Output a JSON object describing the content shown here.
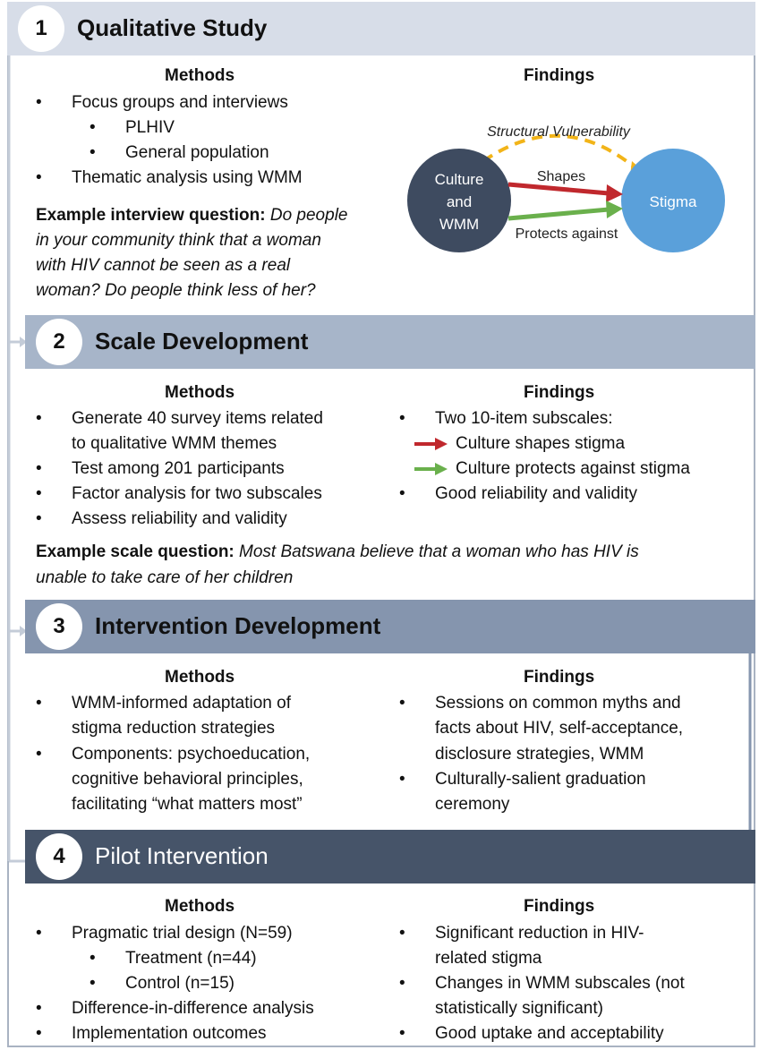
{
  "stage1": {
    "number": "1",
    "title": "Qualitative Study",
    "methods_header": "Methods",
    "findings_header": "Findings",
    "methods": [
      "Focus groups and interviews",
      "PLHIV",
      "General population",
      "Thematic analysis using WMM"
    ],
    "example_label": "Example interview question:",
    "example_q1": "Do people",
    "example_q2": "in your community think that a woman",
    "example_q3": "with HIV cannot be seen as a real",
    "example_q4": "woman? Do people think less of her?",
    "diagram": {
      "node_left_1": "Culture",
      "node_left_2": "and",
      "node_left_3": "WMM",
      "node_right": "Stigma",
      "dashed_label": "Structural Vulnerability",
      "red_label": "Shapes",
      "green_label": "Protects against"
    }
  },
  "stage2": {
    "number": "2",
    "title": "Scale Development",
    "methods_header": "Methods",
    "findings_header": "Findings",
    "methods": [
      "Generate 40 survey items related",
      "to qualitative WMM themes",
      "Test among 201 participants",
      "Factor analysis for two subscales",
      "Assess reliability and validity"
    ],
    "findings": [
      "Two 10-item subscales:",
      "Culture shapes stigma",
      "Culture protects against stigma",
      "Good reliability and validity"
    ],
    "example_label": "Example scale question:",
    "example_q1": "Most Batswana believe that a woman who has HIV is",
    "example_q2": "unable to take care of her children"
  },
  "stage3": {
    "number": "3",
    "title": "Intervention Development",
    "methods_header": "Methods",
    "findings_header": "Findings",
    "methods": [
      "WMM-informed adaptation of",
      "stigma reduction strategies",
      "Components: psychoeducation,",
      "cognitive behavioral principles,",
      "facilitating “what matters most”"
    ],
    "findings": [
      "Sessions on common myths and",
      "facts about HIV, self-acceptance,",
      "disclosure strategies, WMM",
      "Culturally-salient graduation",
      "ceremony"
    ]
  },
  "stage4": {
    "number": "4",
    "title": "Pilot Intervention",
    "methods_header": "Methods",
    "findings_header": "Findings",
    "methods": [
      "Pragmatic trial design (N=59)",
      "Treatment (n=44)",
      "Control (n=15)",
      "Difference-in-difference analysis",
      "Implementation outcomes"
    ],
    "findings": [
      "Significant reduction in HIV-",
      "related stigma",
      "Changes in WMM subscales (not",
      "statistically significant)",
      "Good uptake and acceptability"
    ]
  },
  "colors": {
    "red_arrow": "#c0282d",
    "green_arrow": "#6ab04c",
    "dashed": "#f2b418",
    "node_left": "#3e4b60",
    "node_right": "#5aa0da"
  }
}
